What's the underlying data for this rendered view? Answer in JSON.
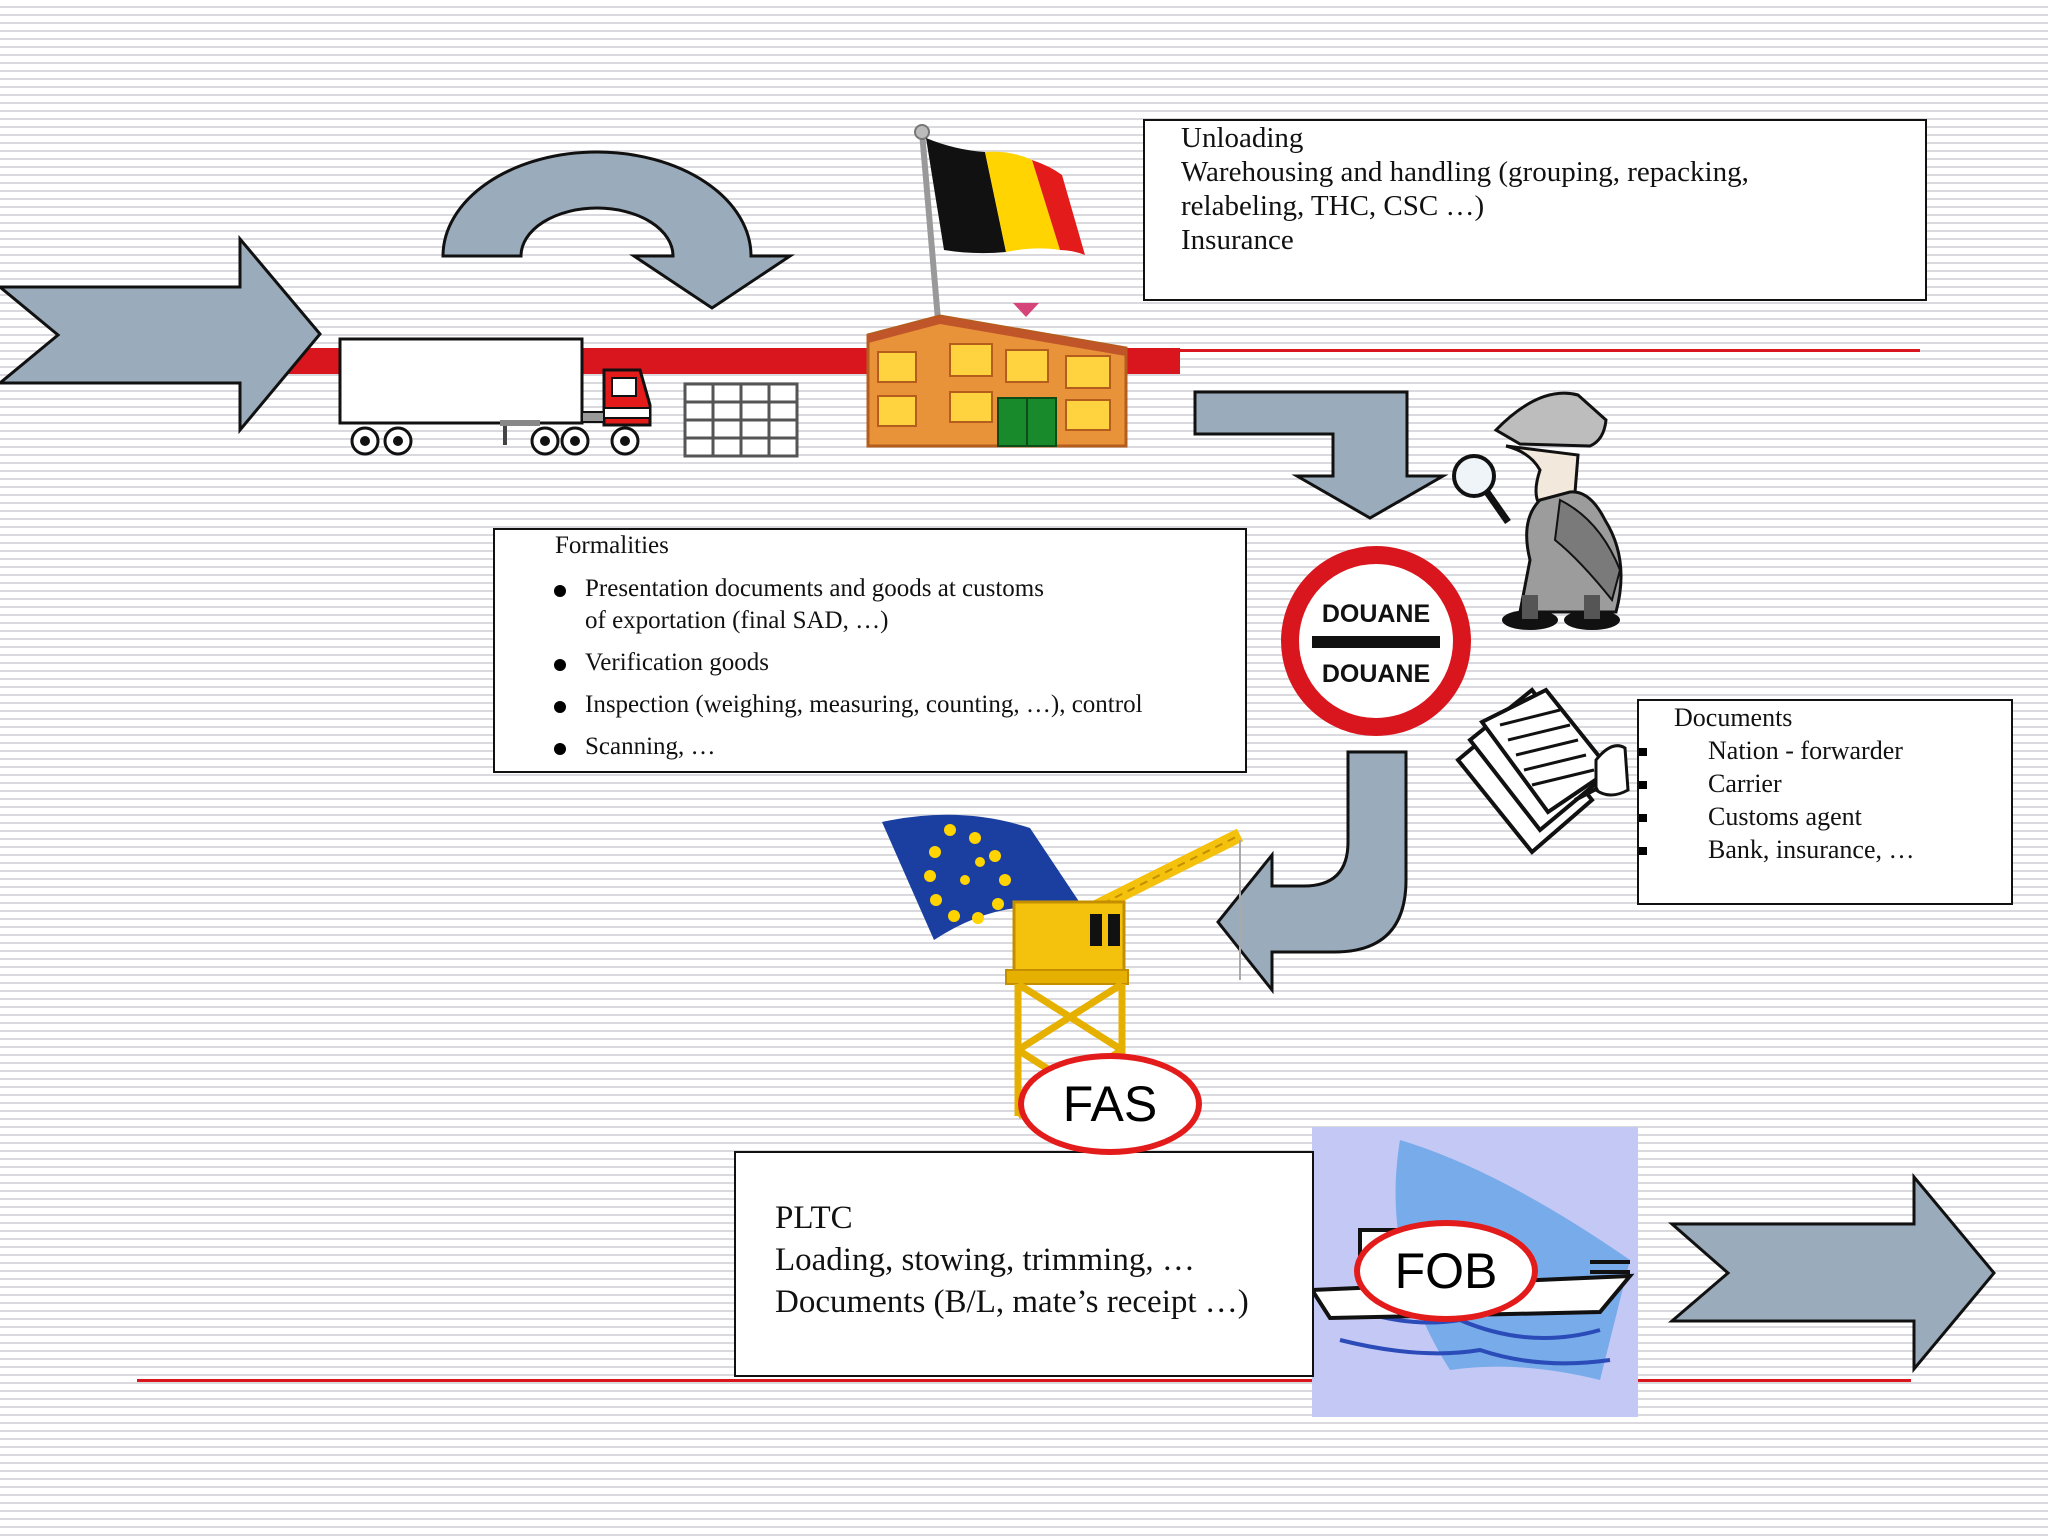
{
  "unloading_box": {
    "lines": [
      "Unloading",
      "Warehousing and handling (grouping, repacking,",
      "relabeling, THC, CSC …)",
      "Insurance"
    ]
  },
  "formalities_box": {
    "title": "Formalities",
    "items": [
      "Presentation documents and goods at customs",
      "of exportation (final SAD, …)",
      "Verification goods",
      "Inspection (weighing, measuring, counting, …), control",
      "Scanning, …"
    ]
  },
  "customs_sign": {
    "top_text": "DOUANE",
    "bottom_text": "DOUANE"
  },
  "documents_box": {
    "title": "Documents",
    "items": [
      "Nation - forwarder",
      "Carrier",
      "Customs agent",
      "Bank, insurance, …"
    ]
  },
  "pltc_box": {
    "lines": [
      "PLTC",
      "Loading, stowing, trimming, …",
      "Documents (B/L, mate’s receipt …)"
    ]
  },
  "labels": {
    "fas": "FAS",
    "fob": "FOB"
  },
  "colors": {
    "arrow_fill": "#9aabbb",
    "accent_red": "#d9161d",
    "belgium": [
      "#111111",
      "#ffd400",
      "#e31b1b"
    ],
    "eu_blue": "#1b3fa0",
    "eu_star": "#ffd400",
    "crane_yellow": "#f4c20d",
    "ship_bg": "#c4c8f5"
  }
}
